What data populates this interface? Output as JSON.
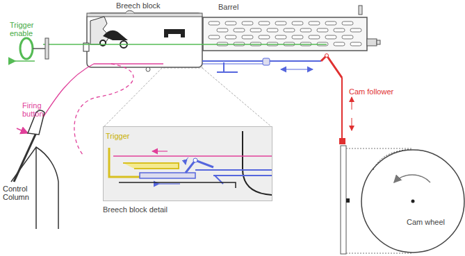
{
  "diagram": {
    "nodes": [
      {
        "text": [
          "Breech block"
        ]
      },
      {
        "text": [
          "Barrel"
        ]
      },
      {
        "text": [
          "Breech block detail"
        ]
      },
      {
        "text": [
          "Cam wheel"
        ]
      }
    ],
    "labels": [
      "Trigger enable",
      "Firing button",
      "Control Column",
      "Cam follower",
      "Trigger"
    ]
  }
}
